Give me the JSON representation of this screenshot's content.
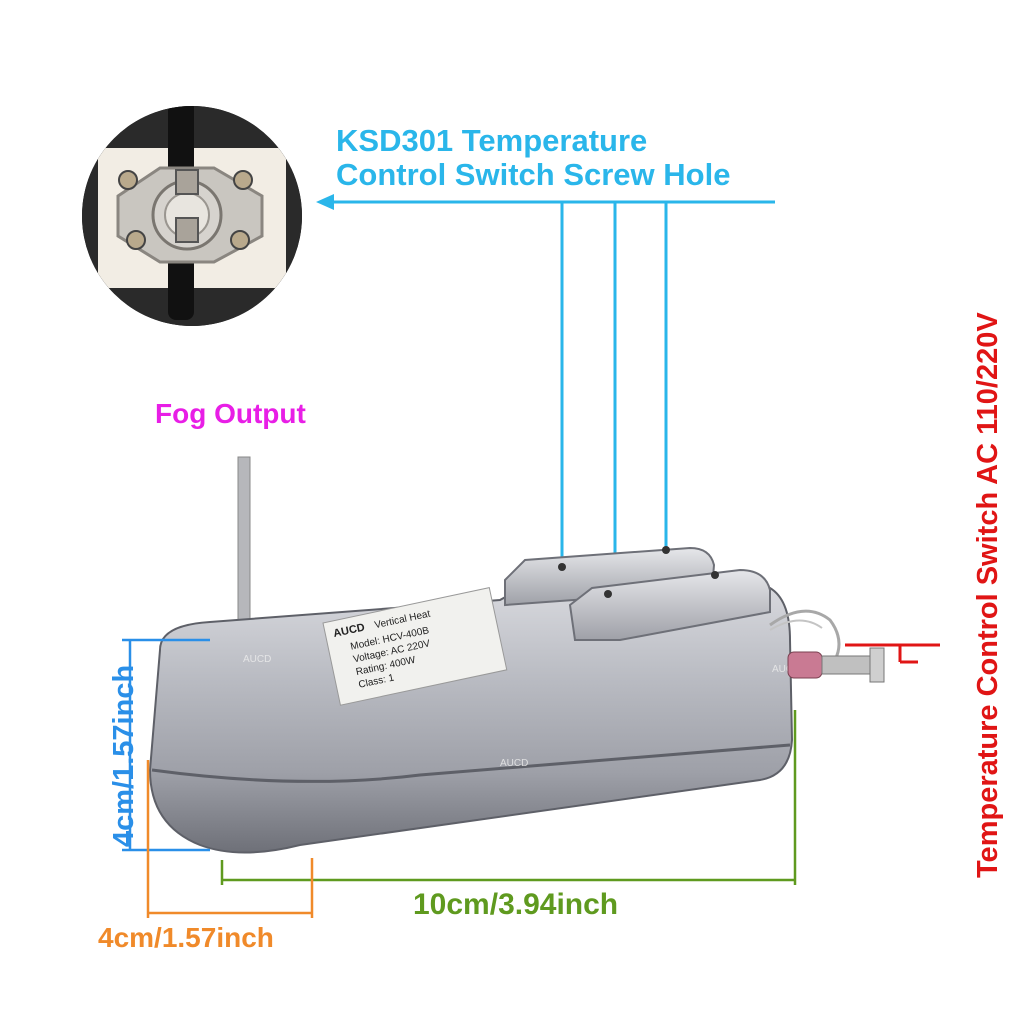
{
  "image": {
    "description_labels": {
      "screw_hole_label": "KSD301 Temperature\nControl Switch Screw Hole",
      "fog_output_label": "Fog Output",
      "height_label": "4cm/1.57inch",
      "length_label": "10cm/3.94inch",
      "depth_label": "4cm/1.57inch",
      "switch_label": "Temperature Control Switch AC 110/220V"
    },
    "sticker": {
      "brand": "AUCD",
      "line1": "Vertical Heat",
      "line2": "Model: HCV-400B",
      "line3": "Voltage: AC 220V",
      "line4": "Rating: 400W",
      "line5": "Class: 1"
    },
    "watermark": "AUCD",
    "colors": {
      "screw_hole": "#2ab6ea",
      "fog": "#e81ee6",
      "height": "#2a8fe8",
      "length": "#5f9a1f",
      "depth": "#f08a2a",
      "switch": "#e01515"
    }
  }
}
